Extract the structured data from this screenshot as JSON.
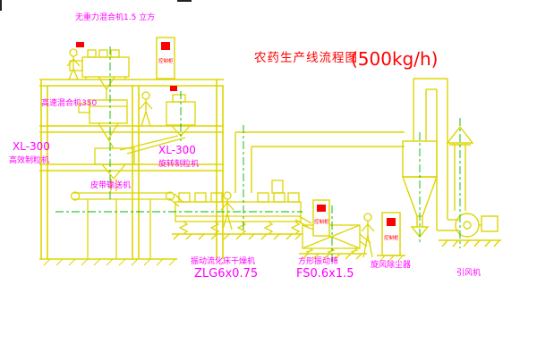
{
  "title": {
    "text": "农药生产线流程图",
    "capacity": "(500kg/h)"
  },
  "labels": {
    "gravity_mixer": "无重力混合机1.5 立方",
    "high_speed_mixer": "高速混合机350",
    "granulator_left_model": "XL-300",
    "granulator_left": "高效制粒机",
    "granulator_mid_model": "XL-300",
    "granulator_mid": "旋转制粒机",
    "belt_conveyor": "皮带输送机",
    "dryer": "振动流化床干燥机",
    "dryer_model": "ZLG6x0.75",
    "screen": "方形振动筛",
    "screen_model": "FS0.6x1.5",
    "cyclone": "旋风除尘器",
    "fan": "引风机",
    "cabinet": "控制柜"
  },
  "colors": {
    "background": "#ffffff",
    "drawing_line": "#ddd600",
    "label_text": "#ff00ff",
    "title_text": "#ff0000",
    "centerline": "#00b400",
    "indicator": "#ff0000"
  }
}
